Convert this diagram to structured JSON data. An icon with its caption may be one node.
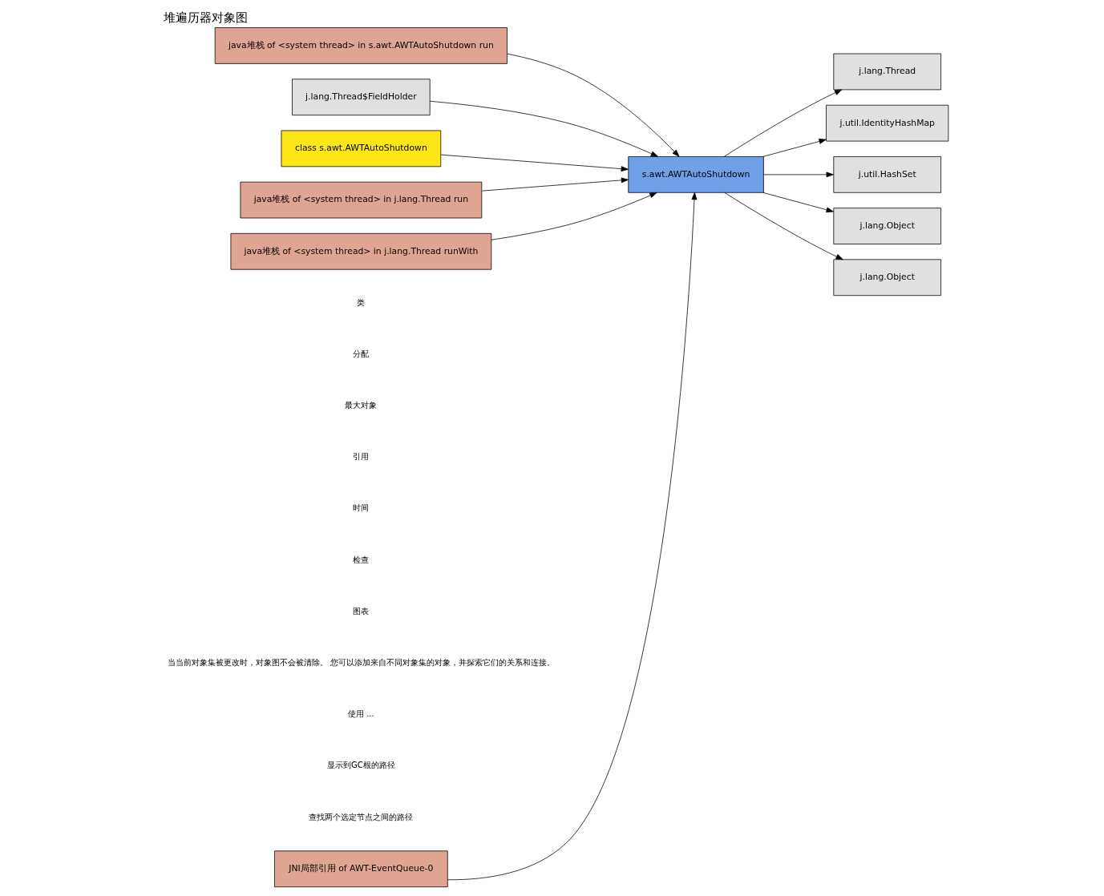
{
  "diagram": {
    "title": "堆遍历器对象图",
    "nodes": [
      {
        "text": [
          "JNI局部引用 of AWT-EventQueue-0"
        ]
      },
      {
        "text": [
          "java堆栈 of <system thread> in s.awt.AWTAutoShutdown run"
        ]
      },
      {
        "text": [
          "j.lang.Thread$FieldHolder"
        ]
      },
      {
        "text": [
          "class s.awt.AWTAutoShutdown"
        ]
      },
      {
        "text": [
          "java堆栈 of <system thread> in j.lang.Thread run"
        ]
      },
      {
        "text": [
          "java堆栈 of <system thread> in j.lang.Thread runWith"
        ]
      },
      {
        "text": [
          "s.awt.AWTAutoShutdown"
        ]
      },
      {
        "text": [
          "j.lang.Thread"
        ]
      },
      {
        "text": [
          "j.util.IdentityHashMap"
        ]
      },
      {
        "text": [
          "j.util.HashSet"
        ]
      },
      {
        "text": [
          "j.lang.Object"
        ]
      },
      {
        "text": [
          "j.lang.Object"
        ]
      }
    ],
    "edges": [
      {
        "from": 0,
        "to": 6,
        "arrow": "to"
      },
      {
        "from": 1,
        "to": 6,
        "arrow": "to"
      },
      {
        "from": 2,
        "to": 6,
        "arrow": "to"
      },
      {
        "from": 3,
        "to": 6,
        "arrow": "to"
      },
      {
        "from": 4,
        "to": 6,
        "arrow": "to"
      },
      {
        "from": 5,
        "to": 6,
        "arrow": "to"
      },
      {
        "from": 6,
        "to": 7,
        "arrow": "to"
      },
      {
        "from": 6,
        "to": 8,
        "arrow": "to"
      },
      {
        "from": 6,
        "to": 9,
        "arrow": "to"
      },
      {
        "from": 6,
        "to": 10,
        "arrow": "to"
      },
      {
        "from": 6,
        "to": 11,
        "arrow": "to"
      }
    ],
    "labels": [
      "类",
      "分配",
      "最大对象",
      "引用",
      "时间",
      "检查",
      "图表",
      "当当前对象集被更改时，对象图不会被清除。 您可以添加来自不同对象集的对象，并探索它们的关系和连接。",
      "使用 ...",
      "显示到GC根的路径",
      "查找两个选定节点之间的路径"
    ]
  }
}
